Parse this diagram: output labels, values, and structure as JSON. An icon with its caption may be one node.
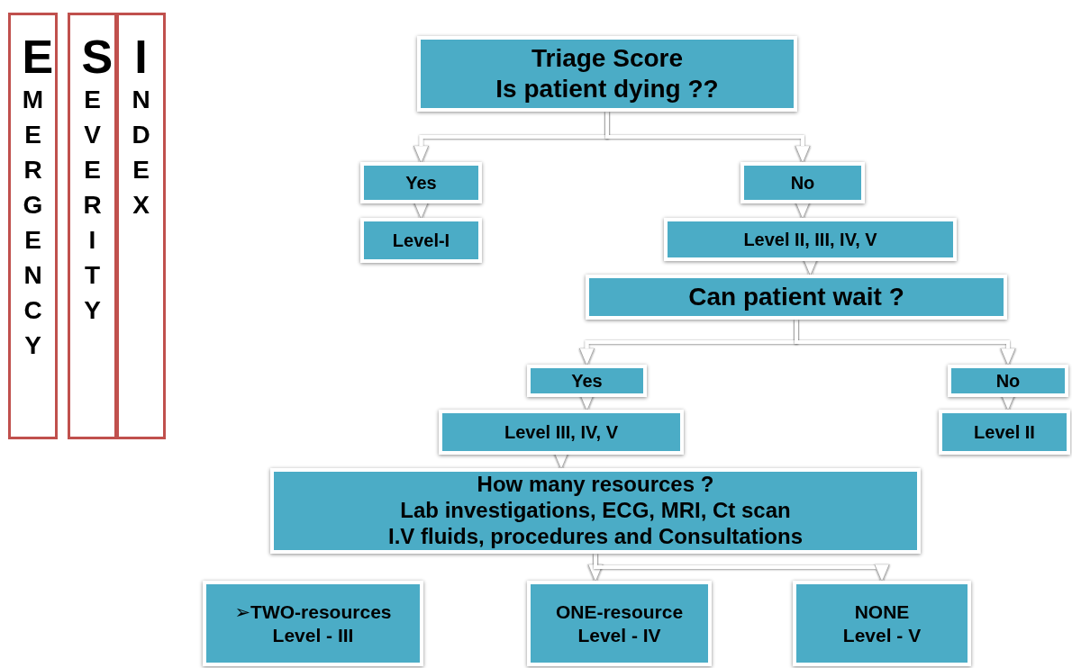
{
  "diagram": {
    "nodes": [
      {
        "text": [
          "EMERGENCY"
        ]
      },
      {
        "text": [
          "SEVERITY"
        ]
      },
      {
        "text": [
          "INDEX"
        ]
      },
      {
        "text": [
          "Triage Score",
          "Is patient dying ??"
        ]
      },
      {
        "text": [
          "Yes"
        ]
      },
      {
        "text": [
          "No"
        ]
      },
      {
        "text": [
          "Level-I"
        ]
      },
      {
        "text": [
          "Level II, III, IV, V"
        ]
      },
      {
        "text": [
          "Can patient wait ?"
        ]
      },
      {
        "text": [
          "Yes"
        ]
      },
      {
        "text": [
          "No"
        ]
      },
      {
        "text": [
          "Level III, IV, V"
        ]
      },
      {
        "text": [
          "Level II"
        ]
      },
      {
        "text": [
          "How many resources ?",
          "Lab investigations, ECG, MRI, Ct scan",
          "I.V fluids, procedures and Consultations"
        ]
      },
      {
        "text": [
          "➢TWO-resources",
          "Level - III"
        ]
      },
      {
        "text": [
          "ONE-resource",
          "Level - IV"
        ]
      },
      {
        "text": [
          "NONE",
          "Level - V"
        ]
      }
    ],
    "edges": [
      {
        "from": 3,
        "to": 4,
        "arrow": "to"
      },
      {
        "from": 3,
        "to": 5,
        "arrow": "to"
      },
      {
        "from": 4,
        "to": 6,
        "arrow": "to"
      },
      {
        "from": 5,
        "to": 7,
        "arrow": "to"
      },
      {
        "from": 7,
        "to": 8,
        "arrow": "to"
      },
      {
        "from": 8,
        "to": 9,
        "arrow": "to"
      },
      {
        "from": 8,
        "to": 10,
        "arrow": "to"
      },
      {
        "from": 9,
        "to": 11,
        "arrow": "to"
      },
      {
        "from": 10,
        "to": 12,
        "arrow": "to"
      },
      {
        "from": 11,
        "to": 13,
        "arrow": "to"
      },
      {
        "from": 13,
        "to": 15,
        "arrow": "to"
      },
      {
        "from": 13,
        "to": 16,
        "arrow": "to"
      }
    ]
  }
}
